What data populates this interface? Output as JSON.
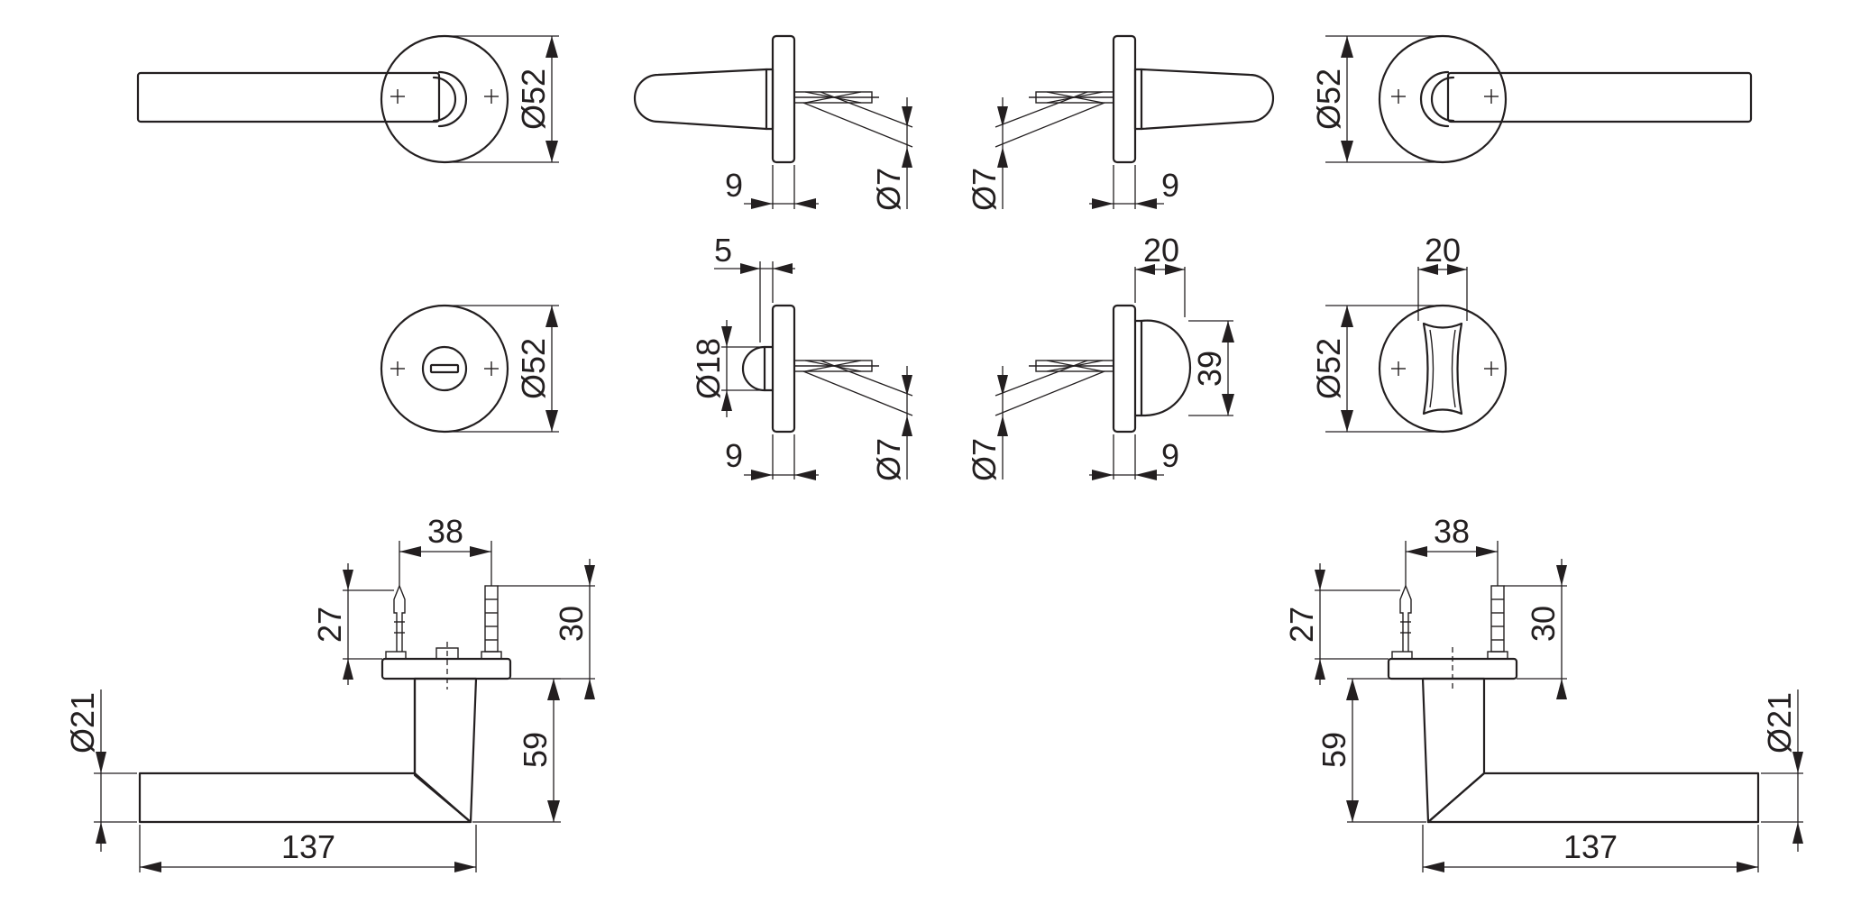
{
  "dimensions": {
    "rose_dia_top_left": "Ø52",
    "side_gap_top_left": "9",
    "spindle_dia_top_left": "Ø7",
    "spindle_dia_top_right": "Ø7",
    "side_gap_top_right": "9",
    "rose_dia_top_right": "Ø52",
    "rose_dia_mid_left": "Ø52",
    "offset_mid": "5",
    "turn_dia_mid": "Ø18",
    "side_gap_mid_left": "9",
    "spindle_dia_mid_left": "Ø7",
    "knob_width_mid": "20",
    "knob_height_mid": "39",
    "spindle_dia_mid_right": "Ø7",
    "side_gap_mid_right": "9",
    "thumbturn_width": "20",
    "rose_dia_mid_right": "Ø52",
    "screw_spacing_left": "38",
    "screw_height_left": "27",
    "pin_height_left": "30",
    "handle_dia_left": "Ø21",
    "projection_left": "59",
    "length_left": "137",
    "screw_spacing_right": "38",
    "screw_height_right": "27",
    "pin_height_right": "30",
    "projection_right": "59",
    "handle_dia_right": "Ø21",
    "length_right": "137"
  }
}
